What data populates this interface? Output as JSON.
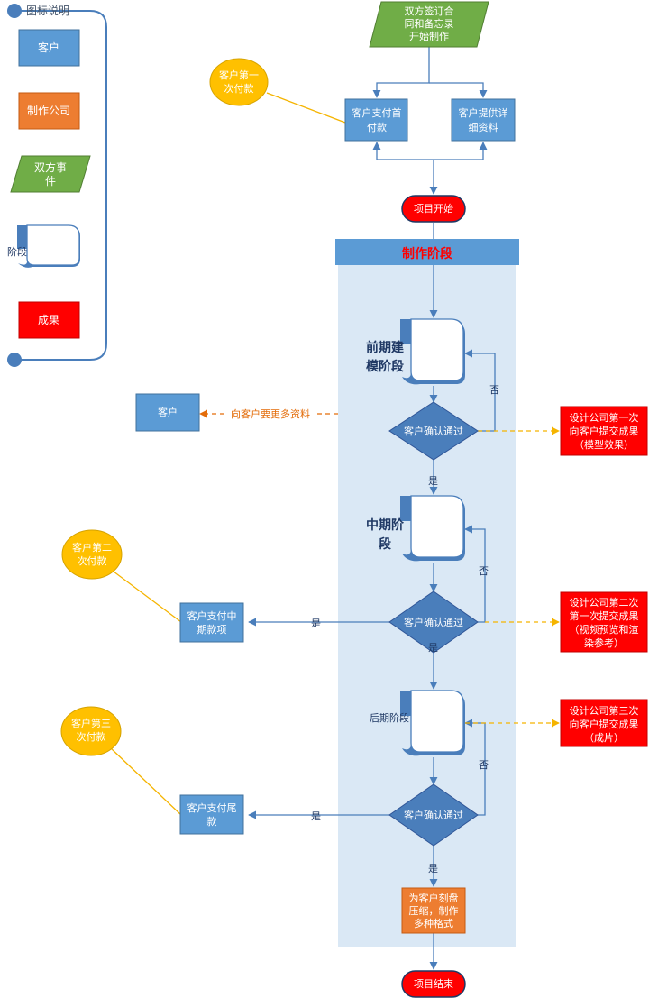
{
  "legend": {
    "title": "图标说明",
    "customer": "客户",
    "company": "制作公司",
    "joint_event": [
      "双方事",
      "件"
    ],
    "stage": "阶段",
    "result": "成果"
  },
  "start": {
    "sign": [
      "双方签订合",
      "同和备忘录",
      "开始制作"
    ],
    "pay_first": [
      "客户支付首",
      "付款"
    ],
    "provide_info": [
      "客户提供详",
      "细资料"
    ],
    "project_start": "项目开始",
    "first_payment_note": [
      "客户第一",
      "次付款"
    ]
  },
  "production": {
    "header": "制作阶段",
    "early_stage": [
      "前期建",
      "模阶段"
    ],
    "mid_stage": [
      "中期阶",
      "段"
    ],
    "late_stage": "后期阶段",
    "confirm": "客户确认通过",
    "yes": "是",
    "no": "否",
    "more_info_request": "向客户要更多资料",
    "customer_box": "客户",
    "result1": [
      "设计公司第一次",
      "向客户提交成果",
      "（模型效果）"
    ],
    "result2": [
      "设计公司第二次",
      "第一次提交成果",
      "（视频预览和渲",
      "染参考）"
    ],
    "result3": [
      "设计公司第三次",
      "向客户提交成果",
      "（成片）"
    ],
    "second_payment_note": [
      "客户第二",
      "次付款"
    ],
    "third_payment_note": [
      "客户第三",
      "次付款"
    ],
    "pay_mid": [
      "客户支付中",
      "期款项"
    ],
    "pay_final": [
      "客户支付尾",
      "款"
    ],
    "deliver": [
      "为客户刻盘",
      "压缩，制作",
      "多种格式"
    ],
    "project_end": "项目结束"
  },
  "colors": {
    "customer": "#5b9bd5",
    "company": "#ed7d31",
    "joint": "#70ad47",
    "result": "#ff0000",
    "stage": "#4a7ebb",
    "note": "#ffc000",
    "band": "#dae8f5",
    "connector": "#4a7ebb"
  }
}
